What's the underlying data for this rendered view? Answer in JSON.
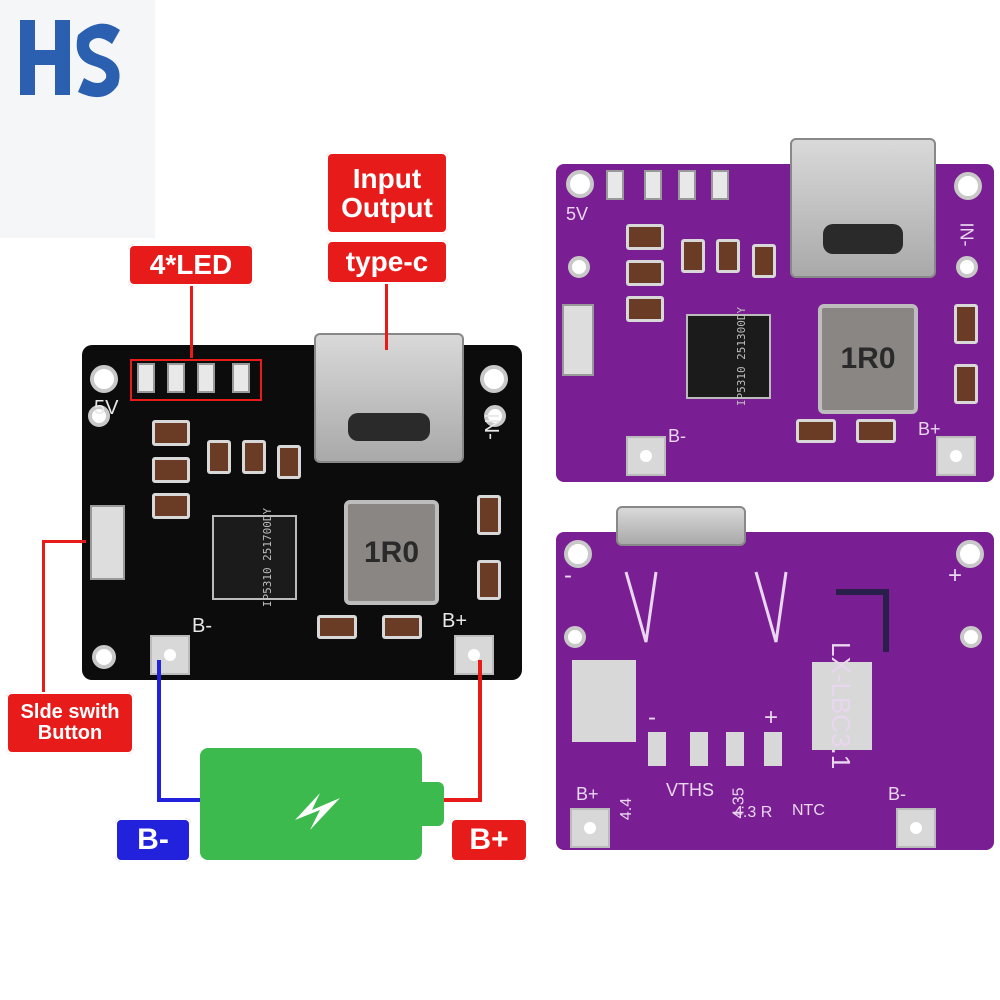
{
  "brand_logo": {
    "text": "HS",
    "color": "#2b5fb0"
  },
  "callouts": {
    "leds": "4*LED",
    "io_line1": "Input",
    "io_line2": "Output",
    "connector": "type-c",
    "switch_line1": "Slde swith",
    "switch_line2": "Button",
    "b_minus": "B-",
    "b_plus": "B+"
  },
  "board_black": {
    "silk_5v": "5V",
    "silk_in": "IN-",
    "silk_bminus": "B-",
    "silk_bplus": "B+",
    "chip_text": "IP5310 251700DY",
    "inductor": "1R0"
  },
  "board_purple_top": {
    "silk_5v": "5V",
    "silk_in": "IN-",
    "silk_bminus": "B-",
    "silk_bplus": "B+",
    "chip_text": "IP5310 251300DY",
    "inductor": "1R0"
  },
  "board_purple_bottom": {
    "label_model": "LX-LBC3.1",
    "label_bplus": "B+",
    "label_bminus": "B-",
    "label_plus": "+",
    "label_minus": "-",
    "label_vths": "VTHS",
    "label_44": "4.4",
    "label_435": "4.35",
    "label_r": "4.3 R",
    "label_ntc": "NTC"
  },
  "colors": {
    "callout_red": "#e81b1b",
    "callout_blue": "#2222dd",
    "battery_green": "#3dba4e",
    "pcb_purple": "#7a1f93",
    "pcb_black": "#0c0c0c"
  }
}
